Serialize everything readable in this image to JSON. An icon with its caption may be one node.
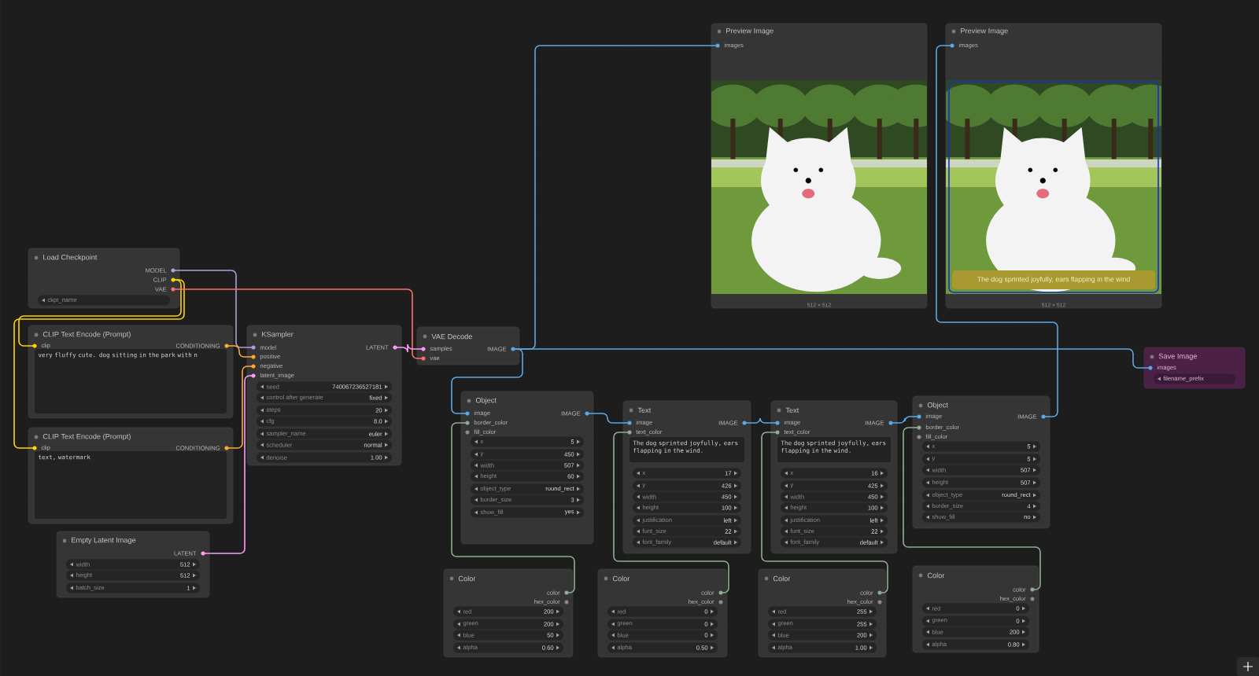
{
  "diagram": {
    "nodes": [
      {
        "text": [
          "Load Checkpoint",
          "MODEL",
          "CLIP",
          "VAE",
          "ckpt_name"
        ]
      },
      {
        "text": [
          "CLIP Text Encode (Prompt)",
          "clip",
          "CONDITIONING",
          "very fluffy cute. dog sitting in the park with n"
        ]
      },
      {
        "text": [
          "CLIP Text Encode (Prompt)",
          "clip",
          "CONDITIONING",
          "text, watermark"
        ]
      },
      {
        "text": [
          "Empty Latent Image",
          "LATENT",
          "width",
          "512",
          "height",
          "512",
          "batch_size",
          "1"
        ]
      },
      {
        "text": [
          "KSampler",
          "model",
          "positive",
          "negative",
          "latent_image",
          "LATENT",
          "seed",
          "740067236527181",
          "control after generate",
          "fixed",
          "steps",
          "20",
          "cfg",
          "8.0",
          "sampler_name",
          "euler",
          "scheduler",
          "normal",
          "denoise",
          "1.00"
        ]
      },
      {
        "text": [
          "VAE Decode",
          "samples",
          "vae",
          "IMAGE"
        ]
      },
      {
        "text": [
          "Preview Image",
          "images",
          "512 × 512"
        ]
      },
      {
        "text": [
          "Preview Image",
          "images",
          "The dog sprinted joyfully, ears flapping in the wind",
          "512 × 512"
        ]
      },
      {
        "text": [
          "Save Image",
          "images",
          "filename_prefix"
        ]
      },
      {
        "text": [
          "Object",
          "image",
          "border_color",
          "fill_color",
          "IMAGE",
          "x",
          "5",
          "y",
          "450",
          "width",
          "507",
          "height",
          "60",
          "object_type",
          "round_rect",
          "border_size",
          "3",
          "show_fill",
          "yes"
        ]
      },
      {
        "text": [
          "Text",
          "image",
          "text_color",
          "IMAGE",
          "The dog sprinted joyfully, ears flapping in the wind.",
          "x",
          "17",
          "y",
          "426",
          "width",
          "450",
          "height",
          "100",
          "justification",
          "left",
          "font_size",
          "22",
          "font_family",
          "default"
        ]
      },
      {
        "text": [
          "Text",
          "image",
          "text_color",
          "IMAGE",
          "The dog sprinted joyfully, ears flapping in the wind.",
          "x",
          "16",
          "y",
          "425",
          "width",
          "450",
          "height",
          "100",
          "justification",
          "left",
          "font_size",
          "22",
          "font_family",
          "default"
        ]
      },
      {
        "text": [
          "Object",
          "image",
          "border_color",
          "fill_color",
          "IMAGE",
          "x",
          "5",
          "y",
          "5",
          "width",
          "507",
          "height",
          "507",
          "object_type",
          "round_rect",
          "border_size",
          "4",
          "show_fill",
          "no"
        ]
      },
      {
        "text": [
          "Color",
          "color",
          "hex_color",
          "red",
          "200",
          "green",
          "200",
          "blue",
          "50",
          "alpha",
          "0.60"
        ]
      },
      {
        "text": [
          "Color",
          "color",
          "hex_color",
          "red",
          "0",
          "green",
          "0",
          "blue",
          "0",
          "alpha",
          "0.50"
        ]
      },
      {
        "text": [
          "Color",
          "color",
          "hex_color",
          "red",
          "255",
          "green",
          "255",
          "blue",
          "200",
          "alpha",
          "1.00"
        ]
      },
      {
        "text": [
          "Color",
          "color",
          "hex_color",
          "red",
          "0",
          "green",
          "0",
          "blue",
          "200",
          "alpha",
          "0.80"
        ]
      }
    ],
    "edges": [
      {
        "from": 0,
        "to": 4,
        "arrow": "none",
        "color": "#b39ddb"
      },
      {
        "from": 0,
        "to": 1,
        "arrow": "none",
        "color": "#ffd500"
      },
      {
        "from": 0,
        "to": 2,
        "arrow": "none",
        "color": "#ffd500"
      },
      {
        "from": 0,
        "to": 5,
        "arrow": "none",
        "color": "#ff6e6e"
      },
      {
        "from": 1,
        "to": 4,
        "arrow": "none",
        "color": "#ffa931"
      },
      {
        "from": 2,
        "to": 4,
        "arrow": "none",
        "color": "#ffa931"
      },
      {
        "from": 3,
        "to": 4,
        "arrow": "none",
        "color": "#ff9cf9"
      },
      {
        "from": 4,
        "to": 5,
        "arrow": "none",
        "color": "#ff9cf9"
      },
      {
        "from": 5,
        "to": 6,
        "arrow": "none"
      },
      {
        "from": 5,
        "to": 9,
        "arrow": "none"
      },
      {
        "from": 5,
        "to": 8,
        "arrow": "none"
      },
      {
        "from": 9,
        "to": 10,
        "arrow": "none"
      },
      {
        "from": 10,
        "to": 11,
        "arrow": "none"
      },
      {
        "from": 11,
        "to": 12,
        "arrow": "none"
      },
      {
        "from": 12,
        "to": 7,
        "arrow": "none"
      },
      {
        "from": 13,
        "to": 9,
        "arrow": "none",
        "color": "#8fae8f"
      },
      {
        "from": 14,
        "to": 10,
        "arrow": "none",
        "color": "#8fae8f"
      },
      {
        "from": 15,
        "to": 11,
        "arrow": "none",
        "color": "#8fae8f"
      },
      {
        "from": 16,
        "to": 12,
        "arrow": "none",
        "color": "#8fae8f"
      }
    ]
  }
}
